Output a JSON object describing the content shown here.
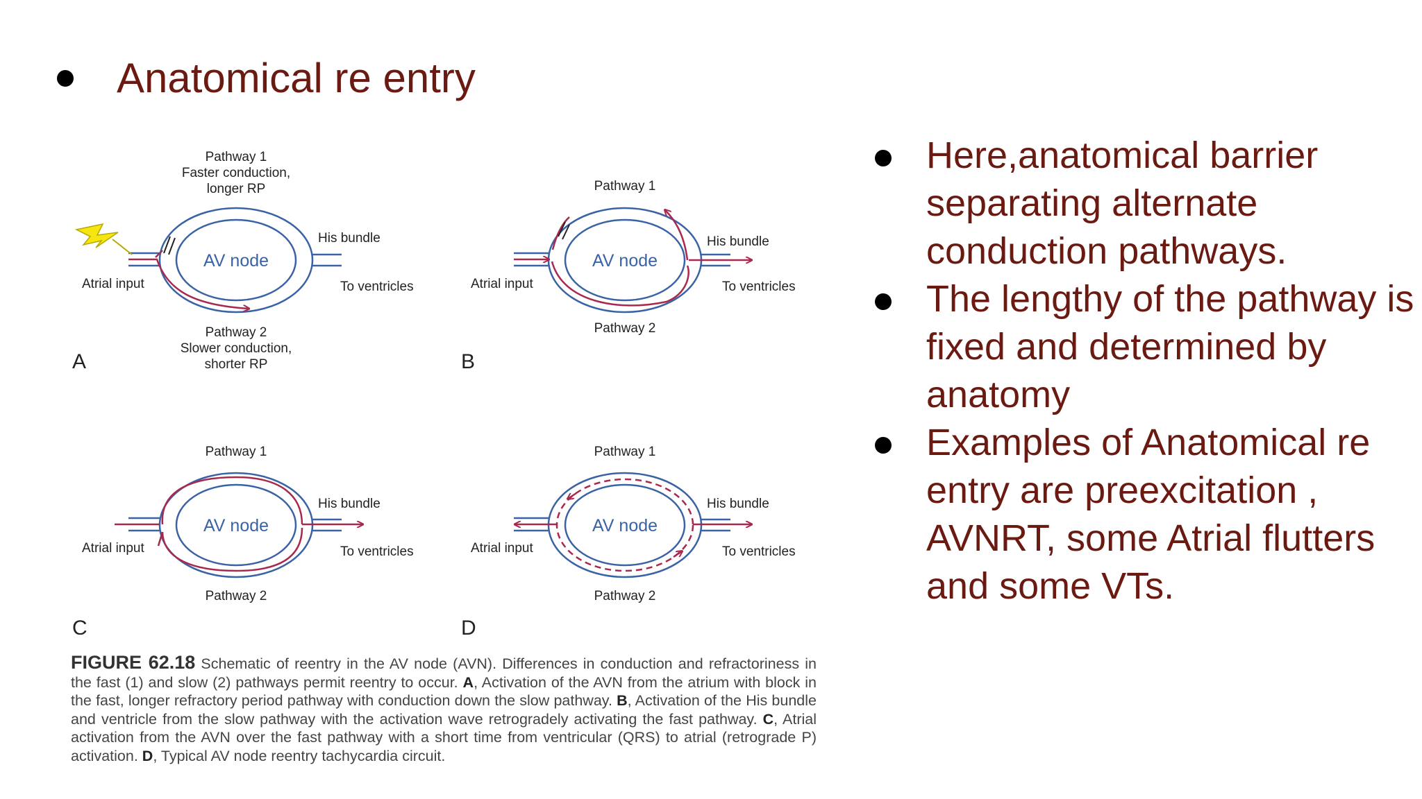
{
  "slide": {
    "title": "Anatomical re entry",
    "bullets": [
      "Here,anatomical barrier separating alternate conduction pathways.",
      "The lengthy of the pathway is fixed and determined by anatomy",
      "Examples of Anatomical re entry are preexcitation , AVNRT, some Atrial flutters and some VTs."
    ]
  },
  "figure": {
    "node_label": "AV node",
    "atrial_input": "Atrial input",
    "his_bundle": "His bundle",
    "to_ventricles": "To ventricles",
    "panels": {
      "A": {
        "letter": "A",
        "top_lines": [
          "Pathway 1",
          "Faster conduction,",
          "longer RP"
        ],
        "bottom_lines": [
          "Pathway 2",
          "Slower conduction,",
          "shorter RP"
        ]
      },
      "B": {
        "letter": "B",
        "top": "Pathway 1",
        "bottom": "Pathway 2"
      },
      "C": {
        "letter": "C",
        "top": "Pathway 1",
        "bottom": "Pathway 2"
      },
      "D": {
        "letter": "D",
        "top": "Pathway 1",
        "bottom": "Pathway 2"
      }
    },
    "caption": {
      "label": "FIGURE 62.18",
      "t1": " Schematic of reentry in the AV node (AVN). Differences in conduction and refractoriness in the fast (1) and slow (2) pathways permit reentry to occur. ",
      "a": "A",
      "t2": ", Activation of the AVN from the atrium with block in the fast, longer refractory period pathway with conduction down the slow pathway. ",
      "b": "B",
      "t3": ", Activation of the His bundle and ventricle from the slow pathway with the activation wave retrogradely activating the fast pathway. ",
      "c": "C",
      "t4": ", Atrial activation from the AVN over the fast pathway with a short time from ventricular (QRS) to atrial (retrograde P) activation. ",
      "d": "D",
      "t5": ", Typical AV node reentry tachycardia circuit."
    }
  },
  "colors": {
    "title": "#6b1a12",
    "blue": "#3a63a6",
    "red": "#a8294e",
    "bolt": "#f5e60f"
  }
}
